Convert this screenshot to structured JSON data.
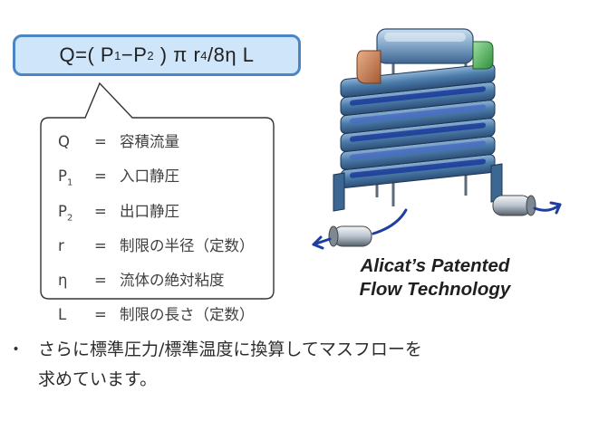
{
  "formula": {
    "prefix": "Q=( P",
    "sub1": "1",
    "minus": "−P",
    "sub2": "2",
    "mid": ") π r",
    "exp": "4",
    "suffix": "/8η L"
  },
  "legend": [
    {
      "sym": "Q",
      "sub": "",
      "eq": "=",
      "desc": "容積流量"
    },
    {
      "sym": "P",
      "sub": "1",
      "eq": "=",
      "desc": "入口静圧"
    },
    {
      "sym": "P",
      "sub": "2",
      "eq": "=",
      "desc": "出口静圧"
    },
    {
      "sym": "r",
      "sub": "",
      "eq": "=",
      "desc": "制限の半径（定数）"
    },
    {
      "sym": "η",
      "sub": "",
      "eq": "=",
      "desc": "流体の絶対粘度"
    },
    {
      "sym": "L",
      "sub": "",
      "eq": "=",
      "desc": "制限の長さ（定数）"
    }
  ],
  "caption": {
    "line1": "Alicat’s Patented",
    "line2": "Flow Technology"
  },
  "note": {
    "bullet": "・",
    "line1": "さらに標準圧力/標準温度に換算してマスフローを",
    "line2": "求めています。"
  },
  "colors": {
    "formula_bg": "#cfe5fa",
    "formula_border": "#4a86c6",
    "plate": "#3f6f9c",
    "arrow": "#1f3f9f"
  },
  "icons": {
    "illustration": "laminar-flow-element-illustration"
  }
}
